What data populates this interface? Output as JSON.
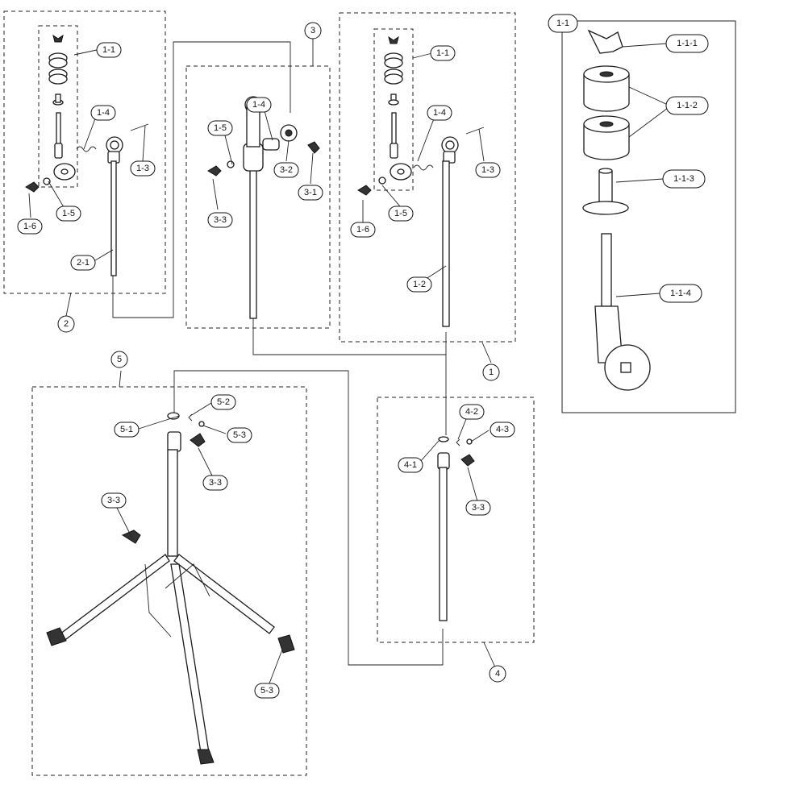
{
  "assemblies": {
    "a1": "1",
    "a2": "2",
    "a3": "3",
    "a4": "4",
    "a5": "5"
  },
  "parts": {
    "p1_1": "1-1",
    "p1_2": "1-2",
    "p1_3": "1-3",
    "p1_4": "1-4",
    "p1_5": "1-5",
    "p1_6": "1-6",
    "p2_1": "2-1",
    "p3_1": "3-1",
    "p3_2": "3-2",
    "p3_3": "3-3",
    "p4_1": "4-1",
    "p4_2": "4-2",
    "p4_3": "4-3",
    "p5_1": "5-1",
    "p5_2": "5-2",
    "p5_3": "5-3",
    "p1_1_1": "1-1-1",
    "p1_1_2": "1-1-2",
    "p1_1_3": "1-1-3",
    "p1_1_4": "1-1-4"
  },
  "detail_title": "1-1",
  "colors": {
    "ink": "#1a1a1a",
    "paper": "#ffffff"
  }
}
